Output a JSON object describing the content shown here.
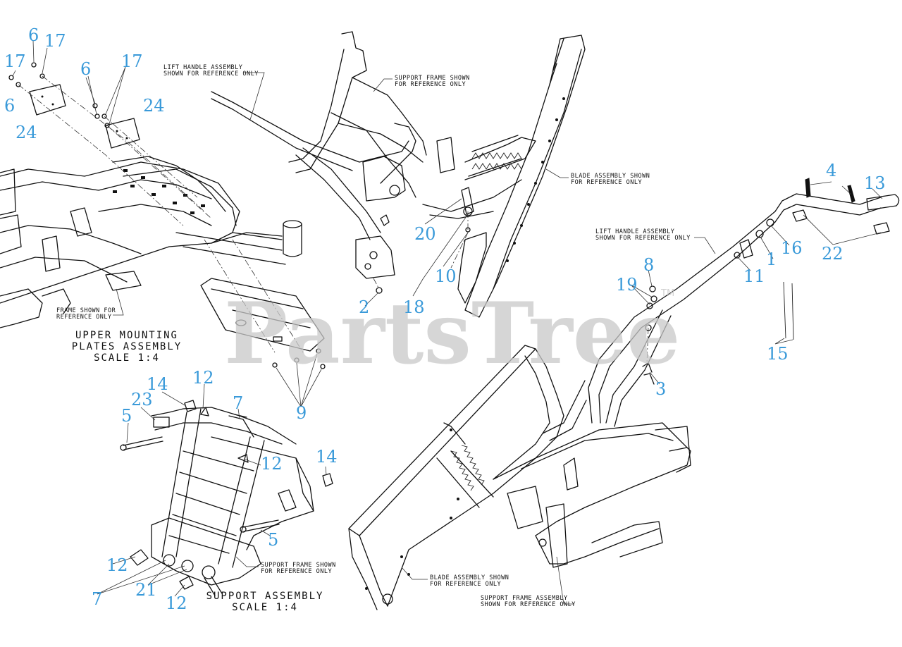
{
  "watermark": {
    "text": "PartsTree",
    "tm": "TM"
  },
  "titles": {
    "upper": [
      "UPPER MOUNTING",
      "PLATES ASSEMBLY",
      "SCALE 1:4"
    ],
    "support": [
      "SUPPORT ASSEMBLY",
      "SCALE 1:4"
    ]
  },
  "notes": {
    "lift1": [
      "LIFT HANDLE ASSEMBLY",
      "SHOWN FOR REFERENCE ONLY"
    ],
    "support_top": [
      "SUPPORT FRAME SHOWN",
      "FOR REFERENCE ONLY"
    ],
    "blade_top": [
      "BLADE ASSEMBLY SHOWN",
      "FOR REFERENCE ONLY"
    ],
    "lift2": [
      "LIFT HANDLE ASSEMBLY",
      "SHOWN FOR REFERENCE ONLY"
    ],
    "frame": [
      "FRAME SHOWN FOR",
      "REFERENCE ONLY"
    ],
    "support_bottom": [
      "SUPPORT FRAME SHOWN",
      "FOR REFERENCE ONLY"
    ],
    "blade_bottom": [
      "BLADE ASSEMBLY SHOWN",
      "FOR REFERENCE ONLY"
    ],
    "support_frame": [
      "SUPPORT FRAME ASSEMBLY",
      "SHOWN FOR REFERENCE ONLY"
    ]
  },
  "callouts": {
    "c6a": "6",
    "c17a": "17",
    "c17b": "17",
    "c6b": "6",
    "c6c": "6",
    "c17c": "17",
    "c24a": "24",
    "c24b": "24",
    "c20": "20",
    "c10": "10",
    "c2": "2",
    "c18": "18",
    "c4": "4",
    "c13": "13",
    "c16": "16",
    "c22": "22",
    "c1": "1",
    "c11": "11",
    "c8": "8",
    "c19": "19",
    "c3": "3",
    "c15": "15",
    "c9": "9",
    "c14a": "14",
    "c12a": "12",
    "c23": "23",
    "c7a": "7",
    "c5a": "5",
    "c12b": "12",
    "c14b": "14",
    "c5b": "5",
    "c12c": "12",
    "c7b": "7",
    "c21": "21",
    "c12d": "12"
  },
  "colors": {
    "callout": "#3a9ad9",
    "line": "#111111",
    "watermark": "#c9c9c9"
  }
}
